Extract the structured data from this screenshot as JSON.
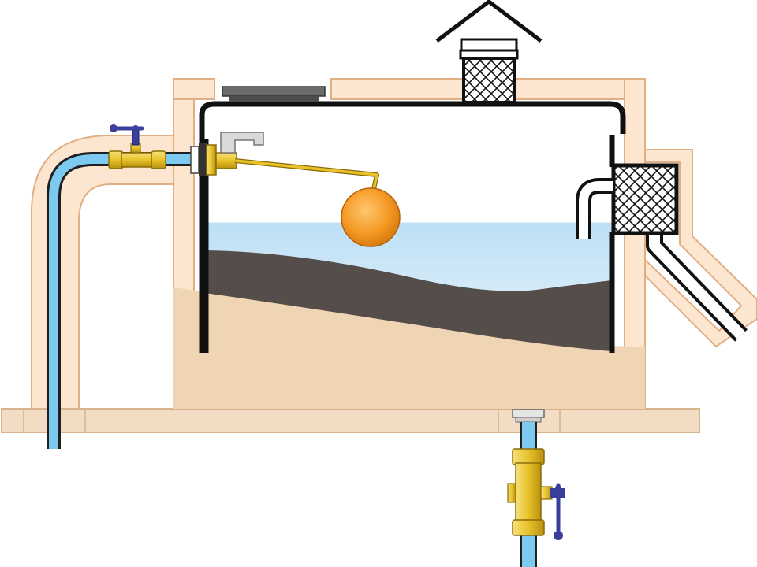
{
  "diagram": {
    "kind": "water-tank-cross-section",
    "components": [
      {
        "id": "enclosure-insulation",
        "icon": "insulation-casing"
      },
      {
        "id": "support-platform",
        "icon": "platform-beam"
      },
      {
        "id": "tank",
        "icon": "cistern-tank"
      },
      {
        "id": "access-hatch",
        "icon": "inspection-lid"
      },
      {
        "id": "vent-pipe",
        "icon": "vent-cowl"
      },
      {
        "id": "insect-screen",
        "icon": "mesh-screen"
      },
      {
        "id": "inlet-pipe",
        "icon": "supply-pipe"
      },
      {
        "id": "inlet-stop-valve",
        "icon": "ball-valve"
      },
      {
        "id": "float-valve",
        "icon": "float-ball-valve"
      },
      {
        "id": "overflow-pipe",
        "icon": "overflow-warning-pipe"
      },
      {
        "id": "outlet-pipe",
        "icon": "draw-off-pipe"
      },
      {
        "id": "outlet-stop-valve",
        "icon": "ball-valve"
      },
      {
        "id": "water",
        "icon": "water-body"
      },
      {
        "id": "sediment",
        "icon": "sludge-layer"
      }
    ],
    "water_level_fraction": 0.53
  },
  "colors": {
    "insulation_fill": "#fde6cf",
    "insulation_stroke": "#e2ae83",
    "platform_fill": "#f2ddc4",
    "platform_stroke": "#d8b48c",
    "sand": "#efd5b4",
    "sludge": "#554d4a",
    "water_top": "#bcdff5",
    "water_bottom": "#e9f5fc",
    "pipe_blue": "#7ccaf0",
    "pipe_dark": "#1f1f1f",
    "brass": "#e8c22a",
    "brass_dark": "#a3820c",
    "valve_handle": "#3a3f9c",
    "float_ball": "#f59a25",
    "tank_wall": "#111111",
    "hatch": "#6b6b6b"
  }
}
